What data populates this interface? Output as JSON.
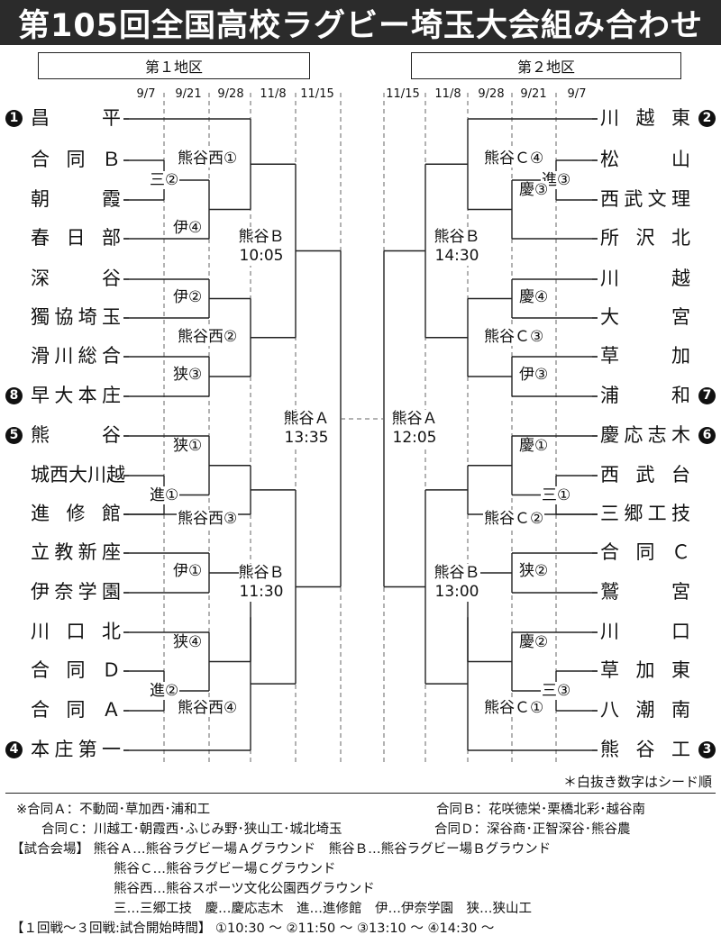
{
  "title": "第105回全国高校ラグビー埼玉大会組み合わせ",
  "regions": {
    "left": "第１地区",
    "right": "第２地区"
  },
  "dates": {
    "left": [
      "9/7",
      "9/21",
      "9/28",
      "11/8",
      "11/15"
    ],
    "right": [
      "11/15",
      "11/8",
      "9/28",
      "9/21",
      "9/7"
    ]
  },
  "left_teams": [
    {
      "name": "昌平",
      "seed": "1"
    },
    {
      "name": "合同Ｂ",
      "seed": ""
    },
    {
      "name": "朝霞",
      "seed": ""
    },
    {
      "name": "春日部",
      "seed": ""
    },
    {
      "name": "深谷",
      "seed": ""
    },
    {
      "name": "獨協埼玉",
      "seed": ""
    },
    {
      "name": "滑川総合",
      "seed": ""
    },
    {
      "name": "早大本庄",
      "seed": "8"
    },
    {
      "name": "熊谷",
      "seed": "5"
    },
    {
      "name": "城西大川越",
      "seed": ""
    },
    {
      "name": "進修館",
      "seed": ""
    },
    {
      "name": "立教新座",
      "seed": ""
    },
    {
      "name": "伊奈学園",
      "seed": ""
    },
    {
      "name": "川口北",
      "seed": ""
    },
    {
      "name": "合同Ｄ",
      "seed": ""
    },
    {
      "name": "合同Ａ",
      "seed": ""
    },
    {
      "name": "本庄第一",
      "seed": "4"
    }
  ],
  "right_teams": [
    {
      "name": "川越東",
      "seed": "2"
    },
    {
      "name": "松山",
      "seed": ""
    },
    {
      "name": "西武文理",
      "seed": ""
    },
    {
      "name": "所沢北",
      "seed": ""
    },
    {
      "name": "川越",
      "seed": ""
    },
    {
      "name": "大宮",
      "seed": ""
    },
    {
      "name": "草加",
      "seed": ""
    },
    {
      "name": "浦和",
      "seed": "7"
    },
    {
      "name": "慶応志木",
      "seed": "6"
    },
    {
      "name": "西武台",
      "seed": ""
    },
    {
      "name": "三郷工技",
      "seed": ""
    },
    {
      "name": "合同Ｃ",
      "seed": ""
    },
    {
      "name": "鷲宮",
      "seed": ""
    },
    {
      "name": "川口",
      "seed": ""
    },
    {
      "name": "草加東",
      "seed": ""
    },
    {
      "name": "八潮南",
      "seed": ""
    },
    {
      "name": "熊谷工",
      "seed": "3"
    }
  ],
  "venues": {
    "L_r1_a": "三②",
    "L_r1_b": "進①",
    "L_r1_c": "進②",
    "L_r2_a": "伊④",
    "L_r2_b": "伊②",
    "L_r2_c": "狭③",
    "L_r2_d": "狭①",
    "L_r2_e": "伊①",
    "L_r2_f": "狭④",
    "L_r3_a": "熊谷西①",
    "L_r3_b": "熊谷西②",
    "L_r3_c": "熊谷西③",
    "L_r3_d": "熊谷西④",
    "L_qf_a": {
      "place": "熊谷Ｂ",
      "time": "10:05"
    },
    "L_qf_b": {
      "place": "熊谷Ｂ",
      "time": "11:30"
    },
    "L_sf": {
      "place": "熊谷Ａ",
      "time": "13:35"
    },
    "R_r1_a": "進③",
    "R_r1_b": "三①",
    "R_r1_c": "三③",
    "R_r2_a": "慶③",
    "R_r2_b": "慶④",
    "R_r2_c": "伊③",
    "R_r2_d": "慶①",
    "R_r2_e": "狭②",
    "R_r2_f": "慶②",
    "R_r3_a": "熊谷Ｃ④",
    "R_r3_b": "熊谷Ｃ③",
    "R_r3_c": "熊谷Ｃ②",
    "R_r3_d": "熊谷Ｃ①",
    "R_qf_a": {
      "place": "熊谷Ｂ",
      "time": "14:30"
    },
    "R_qf_b": {
      "place": "熊谷Ｂ",
      "time": "13:00"
    },
    "R_sf": {
      "place": "熊谷Ａ",
      "time": "12:05"
    }
  },
  "note": "＊白抜き数字はシード順",
  "legend": {
    "goudou_a": "※合同Ａ：不動岡･草加西･浦和工",
    "goudou_b": "合同Ｂ：花咲徳栄･栗橋北彩･越谷南",
    "goudou_c": "合同Ｃ：川越工･朝霞西･ふじみ野･狭山工･城北埼玉",
    "goudou_d": "合同Ｄ：深谷商･正智深谷･熊谷農",
    "venue_line1": "【試合会場】 熊谷Ａ…熊谷ラグビー場Ａグラウンド　熊谷Ｂ…熊谷ラグビー場Ｂグラウンド",
    "venue_line2": "熊谷Ｃ…熊谷ラグビー場Ｃグラウンド",
    "venue_line3": "熊谷西…熊谷スポーツ文化公園西グラウンド",
    "venue_line4": "三…三郷工技　慶…慶応志木　進…進修館　伊…伊奈学園　狭…狭山工",
    "schedule": "【１回戦～３回戦:試合開始時間】 ①10:30 ～ ②11:50 ～ ③13:10 ～ ④14:30 ～"
  }
}
